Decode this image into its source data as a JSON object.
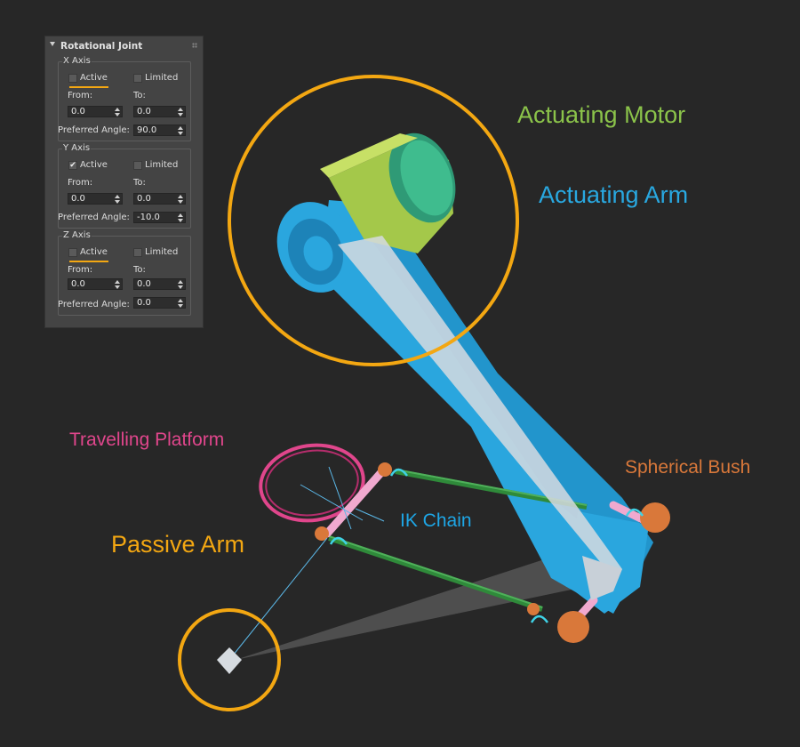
{
  "panel": {
    "title": "Rotational Joint",
    "groups": [
      {
        "title": "X Axis",
        "active_label": "Active",
        "active_checked": false,
        "limited_label": "Limited",
        "limited_checked": false,
        "from_label": "From:",
        "to_label": "To:",
        "from_value": "0.0",
        "to_value": "0.0",
        "preferred_label": "Preferred Angle:",
        "preferred_value": "90.0"
      },
      {
        "title": "Y Axis",
        "active_label": "Active",
        "active_checked": true,
        "limited_label": "Limited",
        "limited_checked": false,
        "from_label": "From:",
        "to_label": "To:",
        "from_value": "0.0",
        "to_value": "0.0",
        "preferred_label": "Preferred Angle:",
        "preferred_value": "-10.0"
      },
      {
        "title": "Z Axis",
        "active_label": "Active",
        "active_checked": false,
        "limited_label": "Limited",
        "limited_checked": false,
        "from_label": "From:",
        "to_label": "To:",
        "from_value": "0.0",
        "to_value": "0.0",
        "preferred_label": "Preferred Angle:",
        "preferred_value": "0.0"
      }
    ]
  },
  "callouts": {
    "actuating_motor": "Actuating Motor",
    "actuating_arm": "Actuating Arm",
    "travelling_platform": "Travelling Platform",
    "spherical_bush": "Spherical Bush",
    "ik_chain": "IK Chain",
    "passive_arm": "Passive Arm"
  },
  "colors": {
    "background": "#272727",
    "highlight_orange": "#f3a712",
    "motor_green": "#8bc34a",
    "arm_blue": "#29a8e0",
    "platform_pink": "#e0468c",
    "bush_orange": "#d9783a",
    "ik_blue": "#1ea6e6",
    "rod_green": "#2f8a3a"
  }
}
